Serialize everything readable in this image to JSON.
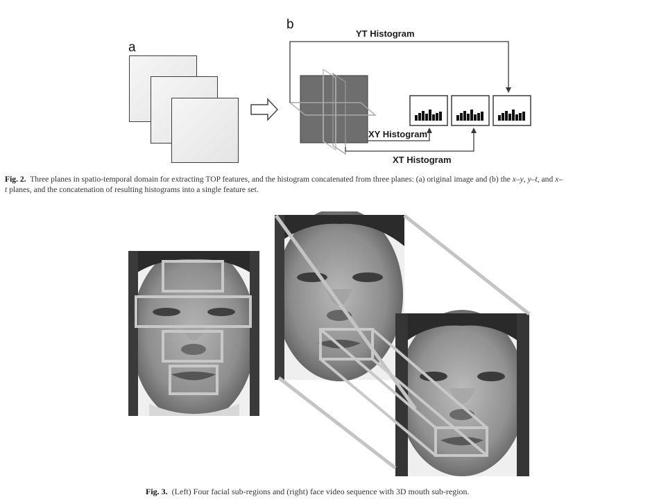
{
  "figure2": {
    "panel_a_label": "a",
    "panel_b_label": "b",
    "yt_histogram_label": "YT Histogram",
    "xy_histogram_label": "XY Histogram",
    "xt_histogram_label": "XT Histogram",
    "caption_label": "Fig. 2.",
    "caption_text": "Three planes in spatio-temporal domain for extracting TOP features, and the histogram concatenated from three planes: (a) original image and (b) the ",
    "caption_var_xy": "x–y",
    "caption_sep1": ", ",
    "caption_var_yt": "y–t",
    "caption_sep2": ", and ",
    "caption_var_xt_1": "x–",
    "caption_var_xt_2": "t",
    "caption_tail": " planes, and the concatenation of resulting histograms into a single feature set."
  },
  "figure3": {
    "caption_label": "Fig. 3.",
    "caption_text": "(Left) Four facial sub-regions and (right) face video sequence with 3D mouth sub-region."
  },
  "colors": {
    "region_box": "#c8c8c8",
    "plane_fill": "#6e6e6e",
    "line": "#3a3a3a"
  }
}
